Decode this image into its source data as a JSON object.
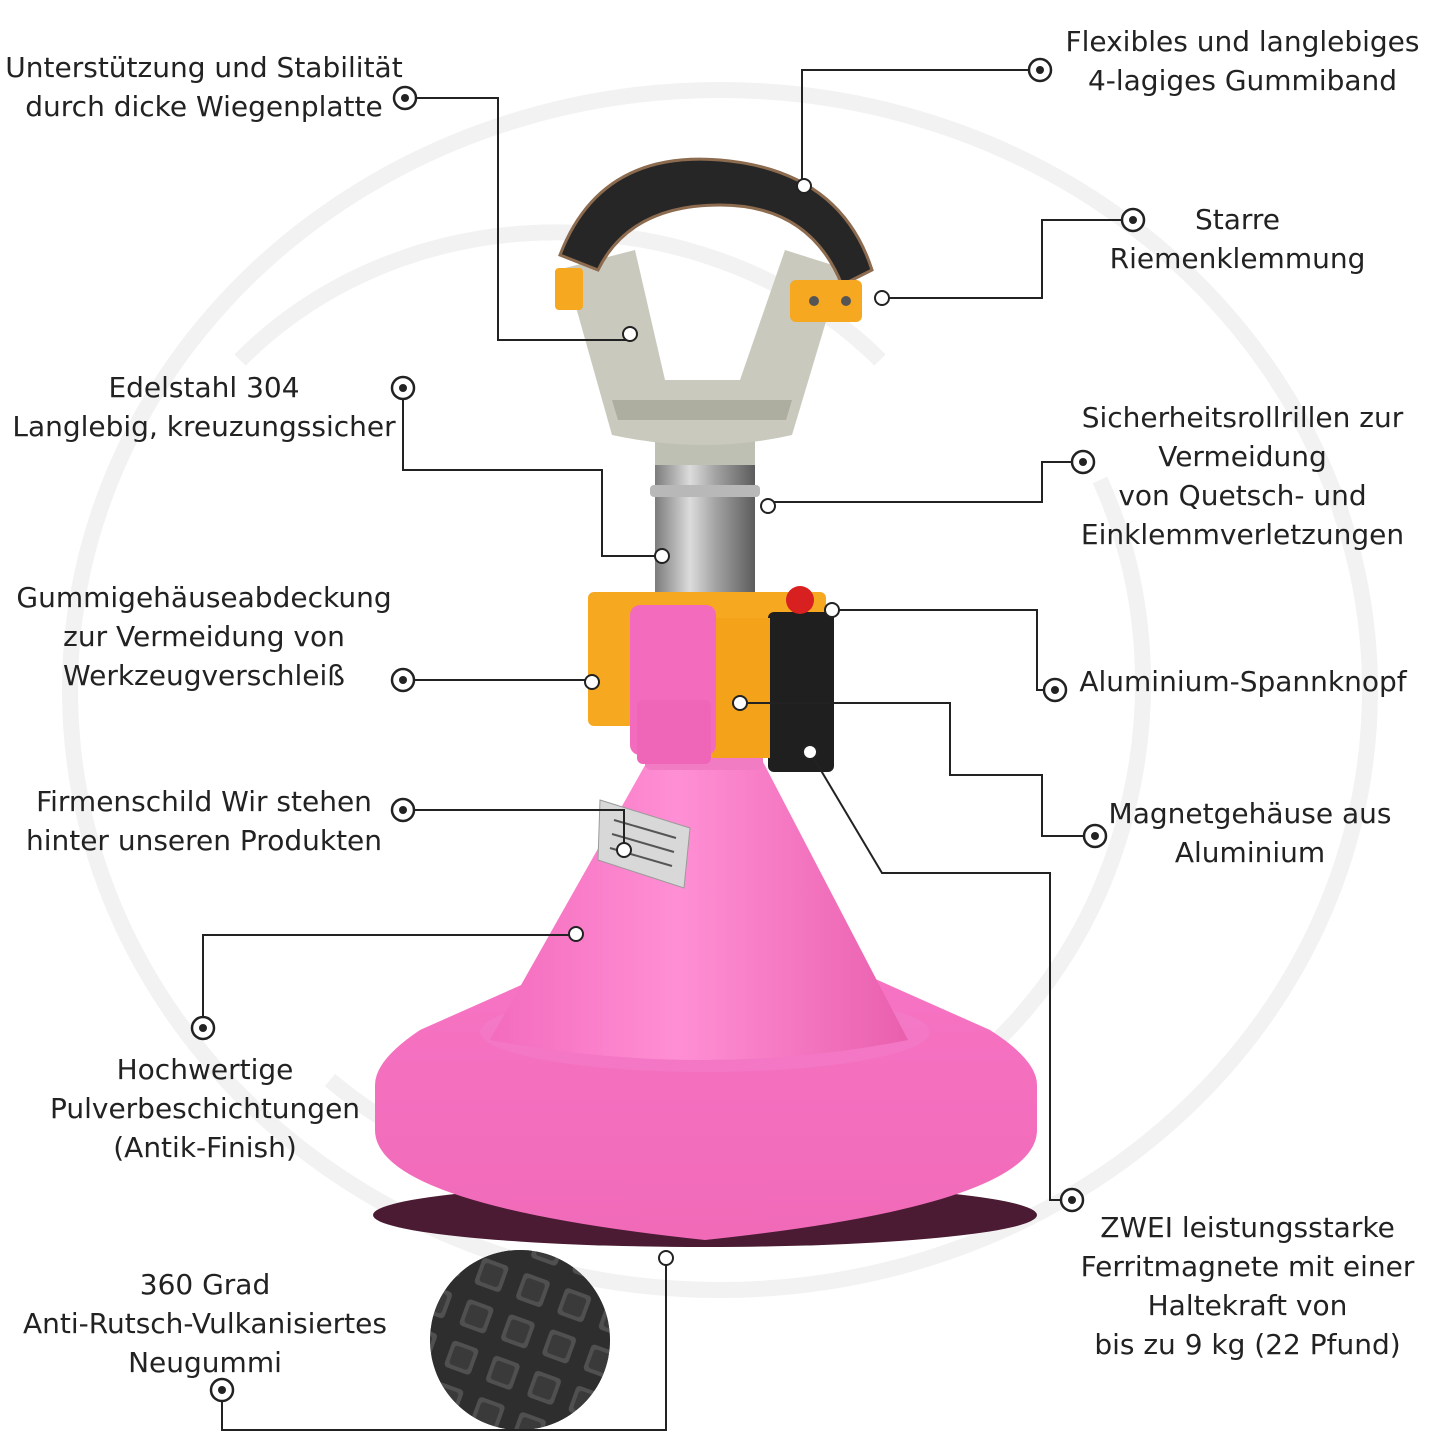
{
  "annotations": [
    {
      "id": "cradle-plate",
      "lines": [
        "Unterstützung und Stabilität",
        "durch dicke Wiegenplatte"
      ]
    },
    {
      "id": "rubber-band",
      "lines": [
        "Flexibles und langlebiges",
        "4-lagiges Gummiband"
      ]
    },
    {
      "id": "strap-clamp",
      "lines": [
        "Starre",
        "Riemenklemmung"
      ]
    },
    {
      "id": "stainless-steel",
      "lines": [
        "Edelstahl 304",
        "Langlebig, kreuzungssicher"
      ]
    },
    {
      "id": "safety-grooves",
      "lines": [
        "Sicherheitsrollrillen zur",
        "Vermeidung",
        "von Quetsch- und",
        "Einklemmverletzungen"
      ]
    },
    {
      "id": "rubber-cover",
      "lines": [
        "Gummigehäuseabdeckung",
        "zur Vermeidung von",
        "Werkzeugverschleiß"
      ]
    },
    {
      "id": "clamp-knob",
      "lines": [
        "Aluminium-Spannknopf"
      ]
    },
    {
      "id": "magnet-housing",
      "lines": [
        "Magnetgehäuse aus",
        "Aluminium"
      ]
    },
    {
      "id": "nameplate",
      "lines": [
        "Firmenschild Wir stehen",
        "hinter unseren Produkten"
      ]
    },
    {
      "id": "powder-coating",
      "lines": [
        "Hochwertige",
        "Pulverbeschichtungen",
        "(Antik-Finish)"
      ]
    },
    {
      "id": "ferrite-magnets",
      "lines": [
        "ZWEI leistungsstarke",
        "Ferritmagnete mit einer",
        "Haltekraft von",
        "bis zu 9 kg (22 Pfund)"
      ]
    },
    {
      "id": "anti-slip-rubber",
      "lines": [
        "360 Grad",
        "Anti-Rutsch-Vulkanisiertes",
        "Neugummi"
      ]
    }
  ],
  "colors": {
    "body_pink": "#f77ac6",
    "housing_orange": "#f5a820",
    "cradle_gray": "#c9c9bd",
    "band_black": "#262626",
    "line_color": "#222222"
  }
}
